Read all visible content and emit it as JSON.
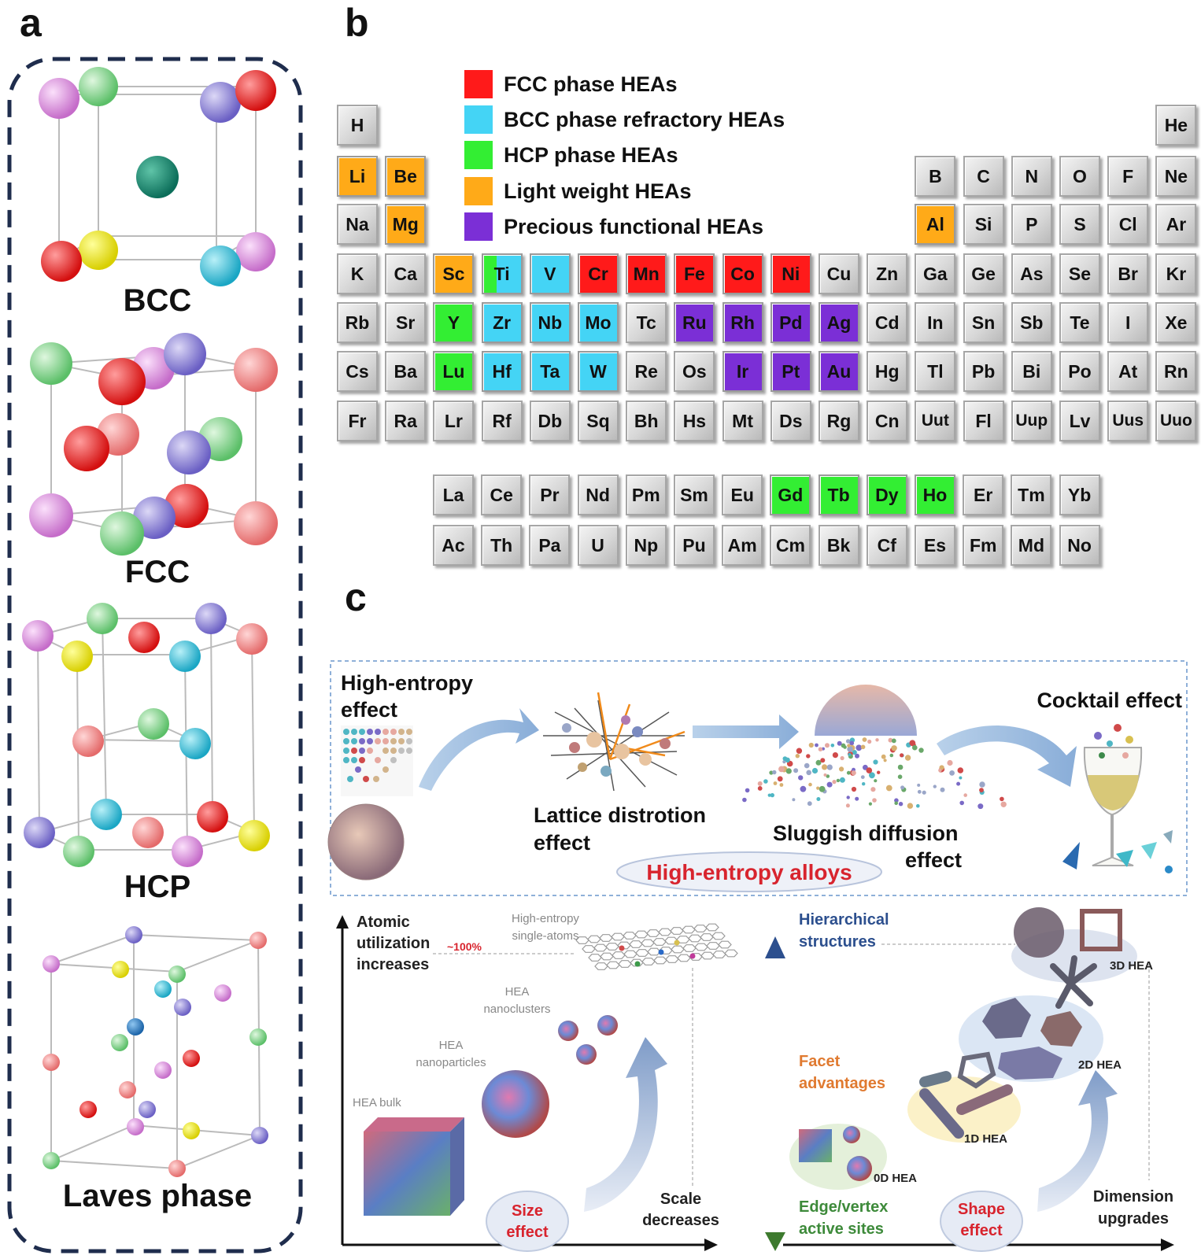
{
  "panels": {
    "a": "a",
    "b": "b",
    "c": "c"
  },
  "structures": [
    "BCC",
    "FCC",
    "HCP",
    "Laves phase"
  ],
  "colors": {
    "fcc": "#ff1a1a",
    "bcc": "#44d4f5",
    "hcp": "#33ee33",
    "light": "#ffaa18",
    "precious": "#7b2fd6"
  },
  "legend": [
    {
      "label": "FCC phase HEAs",
      "color": "#ff1a1a"
    },
    {
      "label": "BCC phase refractory HEAs",
      "color": "#44d4f5"
    },
    {
      "label": "HCP phase HEAs",
      "color": "#33ee33"
    },
    {
      "label": "Light weight HEAs",
      "color": "#ffaa18"
    },
    {
      "label": "Precious functional HEAs",
      "color": "#7b2fd6"
    }
  ],
  "periodic": {
    "rows": [
      [
        "H",
        "",
        "",
        "",
        "",
        "",
        "",
        "",
        "",
        "",
        "",
        "",
        "",
        "",
        "",
        "",
        "",
        "He"
      ],
      [
        "Li",
        "Be",
        "",
        "",
        "",
        "",
        "",
        "",
        "",
        "",
        "",
        "",
        "B",
        "C",
        "N",
        "O",
        "F",
        "Ne"
      ],
      [
        "Na",
        "Mg",
        "",
        "",
        "",
        "",
        "",
        "",
        "",
        "",
        "",
        "",
        "Al",
        "Si",
        "P",
        "S",
        "Cl",
        "Ar"
      ],
      [
        "K",
        "Ca",
        "Sc",
        "Ti",
        "V",
        "Cr",
        "Mn",
        "Fe",
        "Co",
        "Ni",
        "Cu",
        "Zn",
        "Ga",
        "Ge",
        "As",
        "Se",
        "Br",
        "Kr"
      ],
      [
        "Rb",
        "Sr",
        "Y",
        "Zr",
        "Nb",
        "Mo",
        "Tc",
        "Ru",
        "Rh",
        "Pd",
        "Ag",
        "Cd",
        "In",
        "Sn",
        "Sb",
        "Te",
        "I",
        "Xe"
      ],
      [
        "Cs",
        "Ba",
        "Lu",
        "Hf",
        "Ta",
        "W",
        "Re",
        "Os",
        "Ir",
        "Pt",
        "Au",
        "Hg",
        "Tl",
        "Pb",
        "Bi",
        "Po",
        "At",
        "Rn"
      ],
      [
        "Fr",
        "Ra",
        "Lr",
        "Rf",
        "Db",
        "Sq",
        "Bh",
        "Hs",
        "Mt",
        "Ds",
        "Rg",
        "Cn",
        "Uut",
        "Fl",
        "Uup",
        "Lv",
        "Uus",
        "Uuo"
      ]
    ],
    "lanthanides": [
      "La",
      "Ce",
      "Pr",
      "Nd",
      "Pm",
      "Sm",
      "Eu",
      "Gd",
      "Tb",
      "Dy",
      "Ho",
      "Er",
      "Tm",
      "Yb"
    ],
    "actinides": [
      "Ac",
      "Th",
      "Pa",
      "U",
      "Np",
      "Pu",
      "Am",
      "Cm",
      "Bk",
      "Cf",
      "Es",
      "Fm",
      "Md",
      "No"
    ],
    "categories": {
      "Li": "light",
      "Be": "light",
      "Mg": "light",
      "Al": "light",
      "Sc": "light",
      "Ti": "bcc",
      "V": "bcc",
      "Zr": "bcc",
      "Nb": "bcc",
      "Mo": "bcc",
      "Hf": "bcc",
      "Ta": "bcc",
      "W": "bcc",
      "Cr": "fcc",
      "Mn": "fcc",
      "Fe": "fcc",
      "Co": "fcc",
      "Ni": "fcc",
      "Y": "hcp",
      "Lu": "hcp",
      "Gd": "hcp",
      "Tb": "hcp",
      "Dy": "hcp",
      "Ho": "hcp",
      "Ru": "precious",
      "Rh": "precious",
      "Pd": "precious",
      "Ag": "precious",
      "Ir": "precious",
      "Pt": "precious",
      "Au": "precious"
    }
  },
  "effects": {
    "high_entropy": [
      "High-entropy",
      "effect"
    ],
    "lattice": [
      "Lattice distrotion",
      "effect"
    ],
    "sluggish": [
      "Sluggish diffusion",
      "effect"
    ],
    "cocktail": "Cocktail effect",
    "center": "High-entropy alloys"
  },
  "size_panel": {
    "yaxis": [
      "Atomic",
      "utilization",
      "increases"
    ],
    "percent": "~100%",
    "single_atoms": [
      "High-entropy",
      "single-atoms"
    ],
    "nanoclusters": [
      "HEA",
      "nanoclusters"
    ],
    "nanoparticles": [
      "HEA",
      "nanoparticles"
    ],
    "bulk": "HEA bulk",
    "bubble": [
      "Size",
      "effect"
    ],
    "xaxis": [
      "Scale",
      "decreases"
    ]
  },
  "shape_panel": {
    "hier": [
      "Hierarchical",
      "structures"
    ],
    "facet": [
      "Facet",
      "advantages"
    ],
    "edge": [
      "Edge/vertex",
      "active sites"
    ],
    "d3": "3D HEA",
    "d2": "2D HEA",
    "d1": "1D HEA",
    "d0": "0D HEA",
    "bubble": [
      "Shape",
      "effect"
    ],
    "xaxis": [
      "Dimension",
      "upgrades"
    ]
  }
}
